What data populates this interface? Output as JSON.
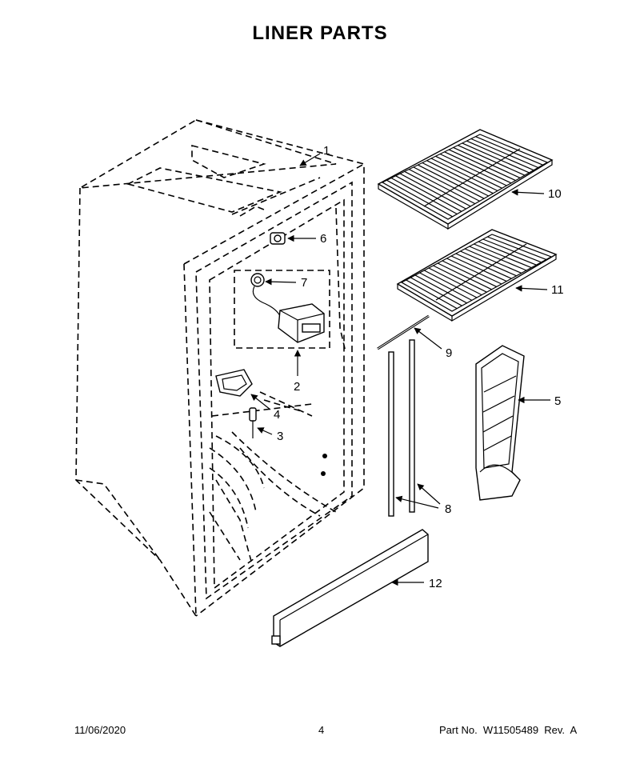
{
  "title": "LINER PARTS",
  "callouts": [
    {
      "id": "1",
      "label": "1"
    },
    {
      "id": "2",
      "label": "2"
    },
    {
      "id": "3",
      "label": "3"
    },
    {
      "id": "4",
      "label": "4"
    },
    {
      "id": "5",
      "label": "5"
    },
    {
      "id": "6",
      "label": "6"
    },
    {
      "id": "7",
      "label": "7"
    },
    {
      "id": "8",
      "label": "8"
    },
    {
      "id": "9",
      "label": "9"
    },
    {
      "id": "10",
      "label": "10"
    },
    {
      "id": "11",
      "label": "11"
    },
    {
      "id": "12",
      "label": "12"
    }
  ],
  "footer": {
    "date": "11/06/2020",
    "page": "4",
    "part_number": "Part No.  W11505489  Rev.  A"
  }
}
